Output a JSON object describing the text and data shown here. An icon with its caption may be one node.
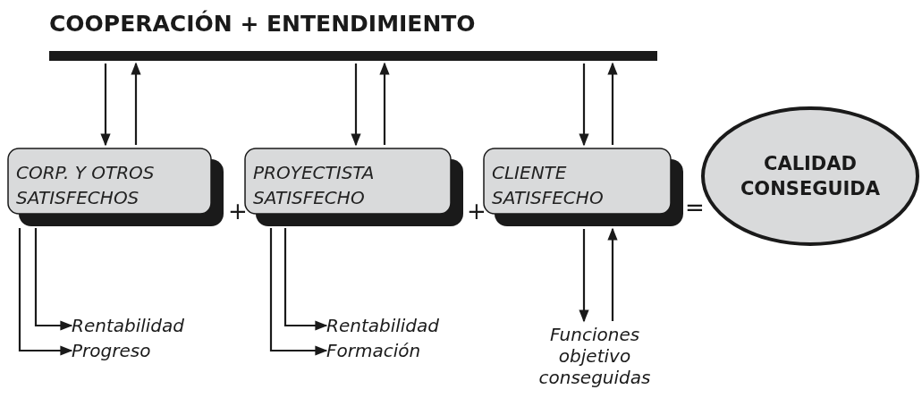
{
  "diagram": {
    "title": "COOPERACIÓN + ENTENDIMIENTO",
    "nodes": [
      {
        "text": [],
        "shape": "bar"
      },
      {
        "text": [
          "CORP. Y OTROS SATISFECHOS"
        ]
      },
      {
        "text": [
          "PROYECTISTA SATISFECHO"
        ]
      },
      {
        "text": [
          "CLIENTE SATISFECHO"
        ]
      },
      {
        "text": [
          "CALIDAD CONSEGUIDA"
        ]
      },
      {
        "text": [
          "Rentabilidad"
        ]
      },
      {
        "text": [
          "Progreso"
        ]
      },
      {
        "text": [
          "Rentabilidad"
        ]
      },
      {
        "text": [
          "Formación"
        ]
      },
      {
        "text": [
          "Funciones objetivo conseguidas"
        ]
      }
    ],
    "edges": [
      {
        "from": 0,
        "to": 1,
        "arrow": "to"
      },
      {
        "from": 1,
        "to": 0,
        "arrow": "to"
      },
      {
        "from": 0,
        "to": 2,
        "arrow": "to"
      },
      {
        "from": 2,
        "to": 0,
        "arrow": "to"
      },
      {
        "from": 0,
        "to": 3,
        "arrow": "to"
      },
      {
        "from": 3,
        "to": 0,
        "arrow": "to"
      },
      {
        "from": 1,
        "to": 5,
        "arrow": "to"
      },
      {
        "from": 1,
        "to": 6,
        "arrow": "to"
      },
      {
        "from": 2,
        "to": 7,
        "arrow": "to"
      },
      {
        "from": 2,
        "to": 8,
        "arrow": "to"
      },
      {
        "from": 3,
        "to": 9,
        "arrow": "to"
      },
      {
        "from": 9,
        "to": 3,
        "arrow": "to"
      }
    ],
    "labels": [
      "+",
      "+",
      "="
    ]
  }
}
